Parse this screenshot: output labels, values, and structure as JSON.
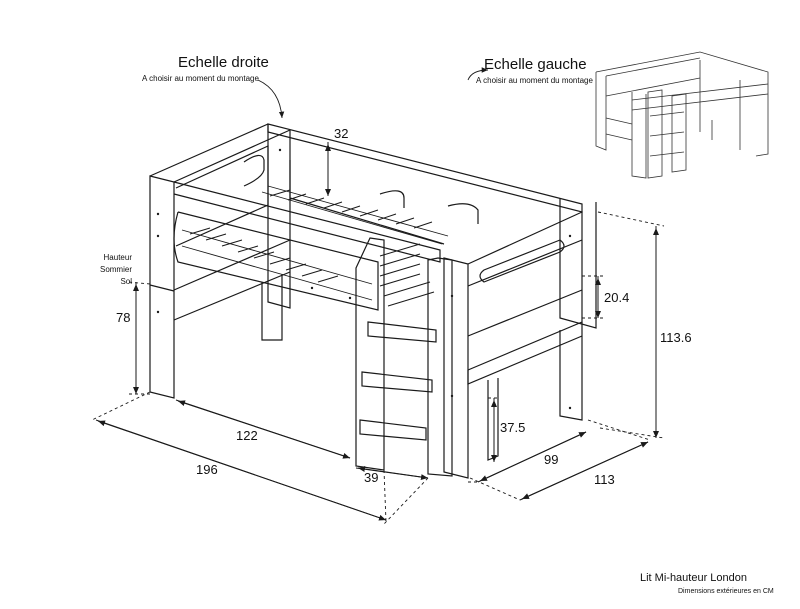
{
  "labels": {
    "right_ladder_title": "Echelle droite",
    "right_ladder_sub": "A choisir au moment du montage",
    "left_ladder_title": "Echelle gauche",
    "left_ladder_sub": "A choisir au moment du montage",
    "height_legend": [
      "Hauteur",
      "Sommier",
      "Sol"
    ],
    "product_name": "Lit Mi-hauteur London",
    "dims_note": "Dimensions extérieures en CM"
  },
  "dimensions": {
    "guard_height": "32",
    "slat_height": "78",
    "inner_length": "122",
    "total_length": "196",
    "ladder_width": "39",
    "headboard_panel": "20.4",
    "total_height": "113.6",
    "under_clearance": "37.5",
    "inner_width": "99",
    "total_width": "113"
  },
  "colors": {
    "line": "#1a1a1a"
  }
}
